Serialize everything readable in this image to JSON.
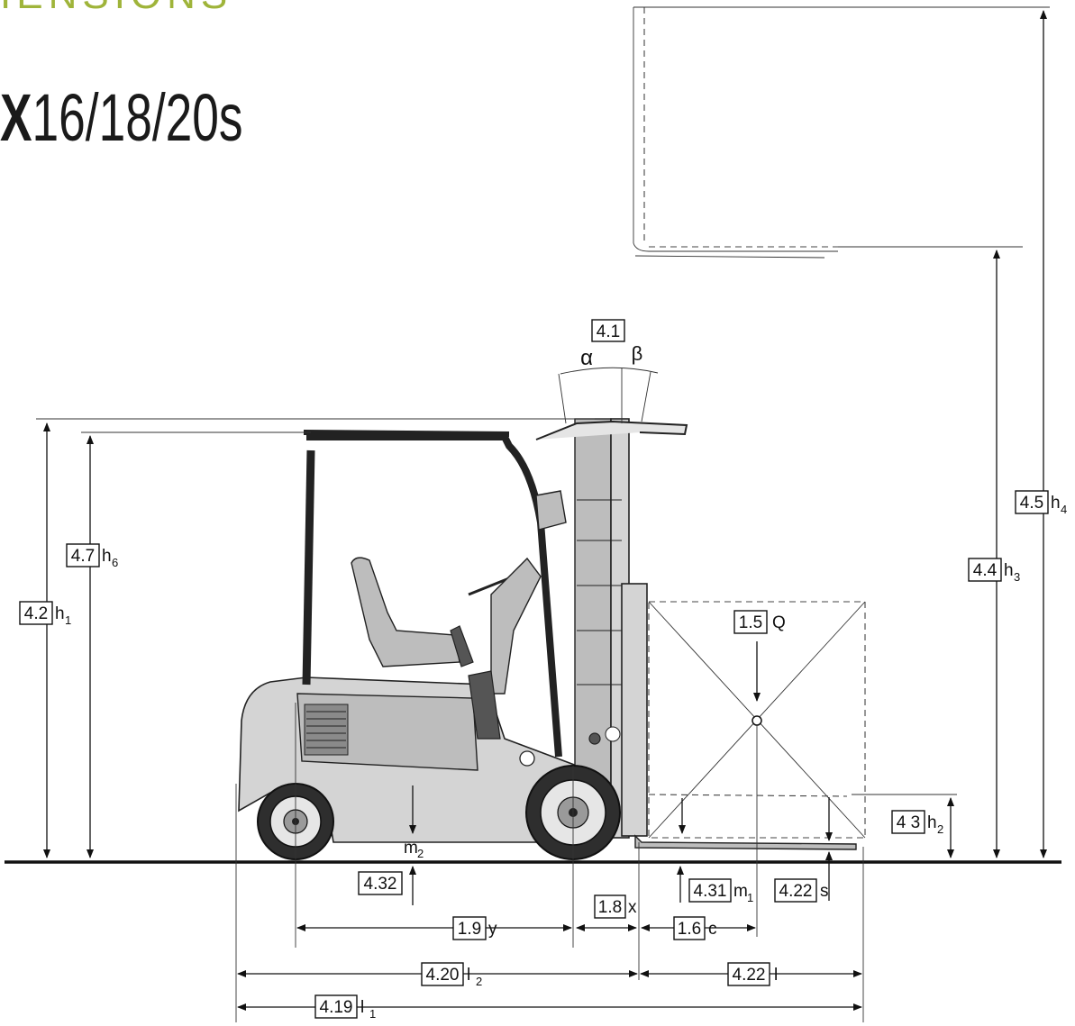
{
  "header": {
    "section_title": "IENSIONS",
    "model_prefix": "X",
    "model_suffix": "16/18/20s"
  },
  "dimensions": {
    "mast_tilt": {
      "code": "4.1",
      "alpha": "α",
      "beta": "β"
    },
    "h1": {
      "code": "4.2",
      "symbol": "h",
      "sub": "1"
    },
    "h2": {
      "code": "4 3",
      "symbol": "h",
      "sub": "2"
    },
    "h3": {
      "code": "4.4",
      "symbol": "h",
      "sub": "3"
    },
    "h4": {
      "code": "4.5",
      "symbol": "h",
      "sub": "4"
    },
    "h6": {
      "code": "4.7",
      "symbol": "h",
      "sub": "6"
    },
    "Q": {
      "code": "1.5",
      "symbol": "Q"
    },
    "m1": {
      "code": "4.31",
      "symbol": "m",
      "sub": "1"
    },
    "m2": {
      "code": "4.32",
      "symbol": "m",
      "sub": "2"
    },
    "s": {
      "code": "4.22",
      "symbol": "s"
    },
    "x": {
      "code": "1.8",
      "symbol": "x"
    },
    "y": {
      "code": "1.9",
      "symbol": "y"
    },
    "c": {
      "code": "1.6",
      "symbol": "c"
    },
    "l2": {
      "code": "4.20",
      "symbol": "l",
      "sub": "2"
    },
    "l": {
      "code": "4.22",
      "symbol": "l"
    },
    "l1": {
      "code": "4.19",
      "symbol": "l",
      "sub": "1"
    }
  }
}
